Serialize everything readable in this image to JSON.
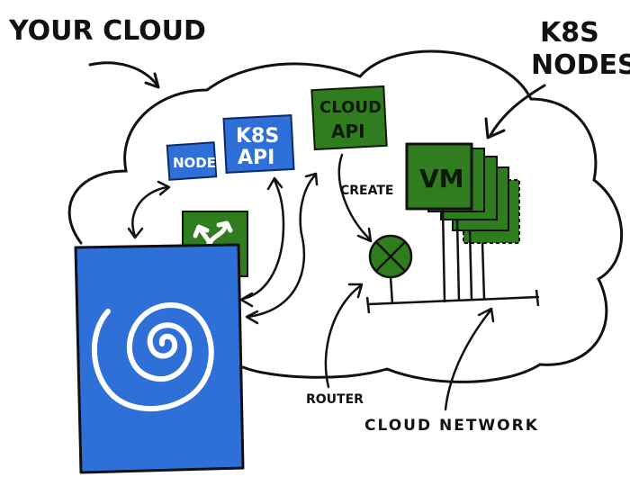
{
  "labels": {
    "your_cloud": "YOUR CLOUD",
    "k8s_nodes_line1": "K8S",
    "k8s_nodes_line2": "NODES",
    "create": "CREATE",
    "router": "ROUTER",
    "cloud_network": "CLOUD NETWORK"
  },
  "boxes": {
    "node": "NODE",
    "k8s_api_line1": "K8S",
    "k8s_api_line2": "API",
    "cloud_api_line1": "CLOUD",
    "cloud_api_line2": "API",
    "vm": "VM"
  },
  "colors": {
    "blue": "#2f6fd8",
    "green": "#2f7d1f",
    "ink": "#111111",
    "background": "#ffffff"
  },
  "icons": {
    "controller": "spiral-icon",
    "router_symbol": "router-cross-icon",
    "traffic_sign": "split-arrow-icon"
  }
}
